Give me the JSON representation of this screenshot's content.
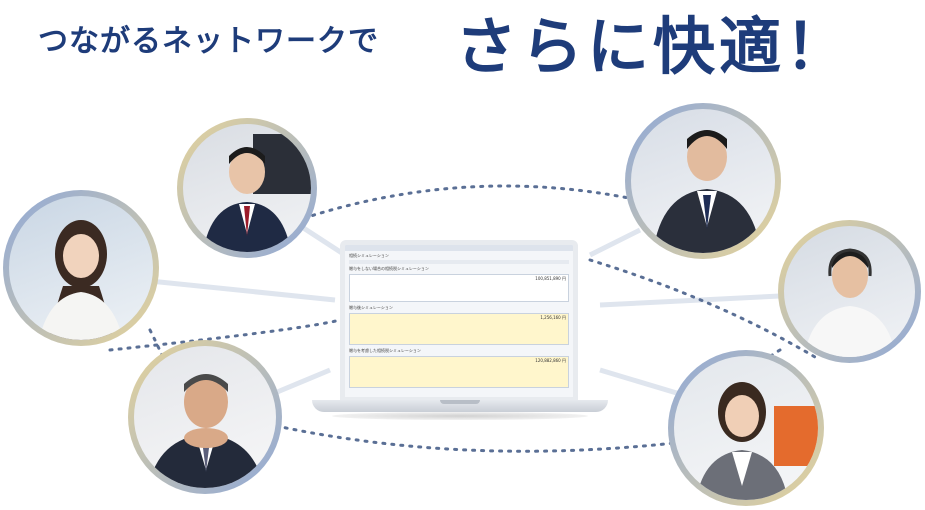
{
  "headline": {
    "small_text": "つながるネットワークで",
    "big_text": "さらに快適！"
  },
  "colors": {
    "headline": "#1e3c7a",
    "ring_blue": "#8fa8d8",
    "ring_gold": "#e6d49a",
    "network_line": "#dfe5ee",
    "dotted_line": "#5a6f95"
  },
  "screen": {
    "window_title": "相続シミュレーション",
    "section1": "贈与をしない場合の相続税シミュレーション",
    "section2": "贈与後シミュレーション",
    "section3": "贈与を考慮した相続税シミュレーション",
    "total1": "100,851,890 円",
    "total2": "1,256,160 円",
    "total3": "120,882,860 円"
  },
  "people": [
    {
      "name": "man-glasses-desk"
    },
    {
      "name": "woman-smiling-left"
    },
    {
      "name": "older-man-suit"
    },
    {
      "name": "man-suit-top-right"
    },
    {
      "name": "man-headset"
    },
    {
      "name": "woman-suit-right"
    }
  ]
}
